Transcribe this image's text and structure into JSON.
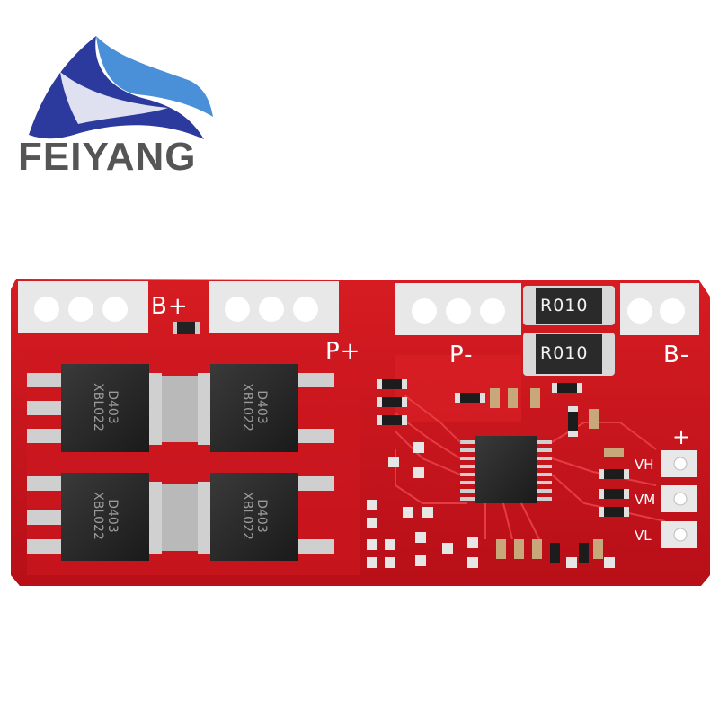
{
  "brand": {
    "name": "FEIYANG",
    "logo_colors": [
      "#2b3a9c",
      "#4a90d9",
      "#7fb8ea"
    ]
  },
  "board": {
    "color": "#c8141e",
    "terminals": {
      "b_plus": "B+",
      "p_plus": "P+",
      "p_minus": "P-",
      "b_minus": "B-"
    },
    "sense_resistors": [
      "R010",
      "R010"
    ],
    "mosfets": [
      {
        "line1": "D403",
        "line2": "XBL022"
      },
      {
        "line1": "D403",
        "line2": "XBL022"
      },
      {
        "line1": "D403",
        "line2": "XBL022"
      },
      {
        "line1": "D403",
        "line2": "XBL022"
      }
    ],
    "side_pins": {
      "plus": "+",
      "vh": "VH",
      "vm": "VM",
      "vl": "VL"
    }
  }
}
